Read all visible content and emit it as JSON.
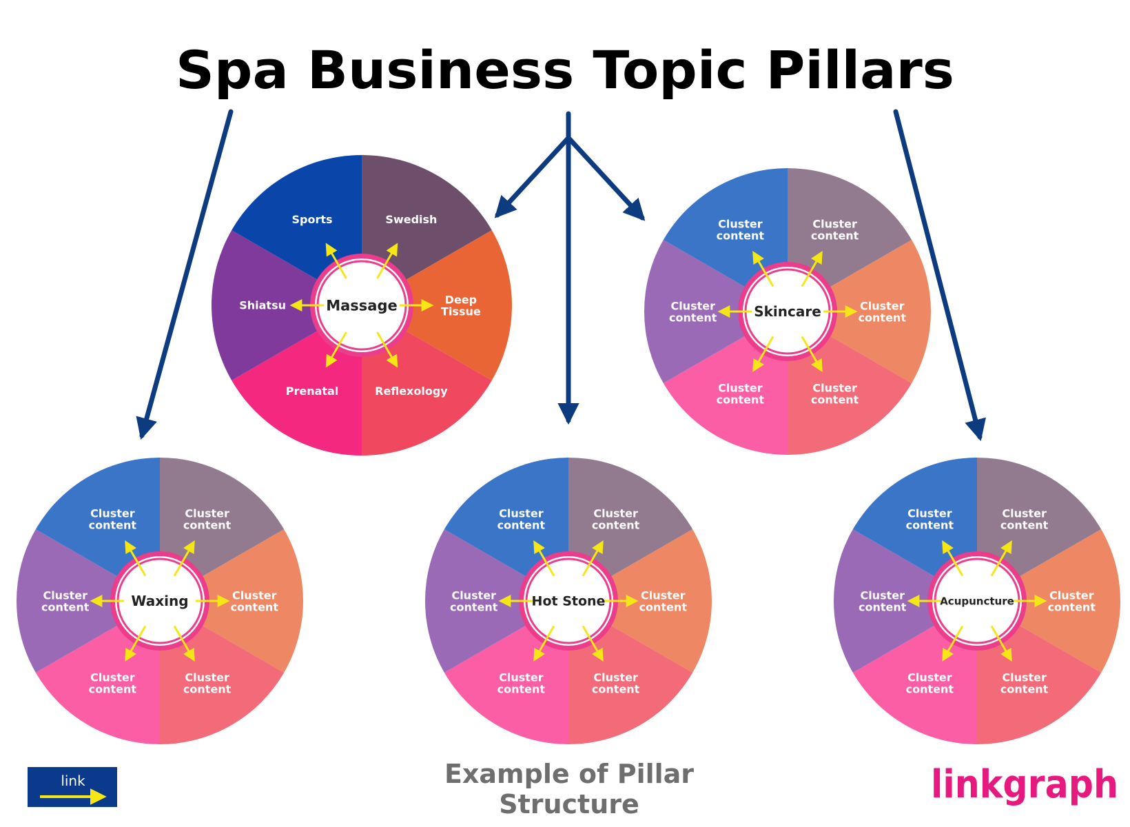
{
  "title": "Spa Business Topic Pillars",
  "caption_line1": "Example of Pillar",
  "caption_line2": "Structure",
  "brand": "linkgraph",
  "legend_label": "link",
  "colors": {
    "arrow": "#0d3b80",
    "link_arrow": "#f5e616",
    "ring": "#ec3c8c",
    "brand": "#e6197f",
    "legend_bg": "#0b3a8c"
  },
  "pillars": [
    {
      "name": "Massage",
      "segments": [
        "Swedish",
        "Deep Tissue",
        "Reflexology",
        "Prenatal",
        "Shiatsu",
        "Sports"
      ],
      "palette": [
        "#6d4f6b",
        "#ea6535",
        "#f0485f",
        "#f4287f",
        "#7f3a9c",
        "#0a46aa"
      ]
    },
    {
      "name": "Skincare",
      "segments": [
        "Cluster content",
        "Cluster content",
        "Cluster content",
        "Cluster content",
        "Cluster content",
        "Cluster content"
      ],
      "palette": [
        "#937b8f",
        "#ee8763",
        "#f36a79",
        "#fc5ea5",
        "#9a6ab6",
        "#3b75c7"
      ]
    },
    {
      "name": "Waxing",
      "segments": [
        "Cluster content",
        "Cluster content",
        "Cluster content",
        "Cluster content",
        "Cluster content",
        "Cluster content"
      ],
      "palette": [
        "#937b8f",
        "#ee8763",
        "#f36a79",
        "#fc5ea5",
        "#9a6ab6",
        "#3b75c7"
      ]
    },
    {
      "name": "Hot Stone",
      "segments": [
        "Cluster content",
        "Cluster content",
        "Cluster content",
        "Cluster content",
        "Cluster content",
        "Cluster content"
      ],
      "palette": [
        "#937b8f",
        "#ee8763",
        "#f36a79",
        "#fc5ea5",
        "#9a6ab6",
        "#3b75c7"
      ]
    },
    {
      "name": "Acupuncture",
      "segments": [
        "Cluster content",
        "Cluster content",
        "Cluster content",
        "Cluster content",
        "Cluster content",
        "Cluster content"
      ],
      "palette": [
        "#937b8f",
        "#ee8763",
        "#f36a79",
        "#fc5ea5",
        "#9a6ab6",
        "#3b75c7"
      ]
    }
  ]
}
